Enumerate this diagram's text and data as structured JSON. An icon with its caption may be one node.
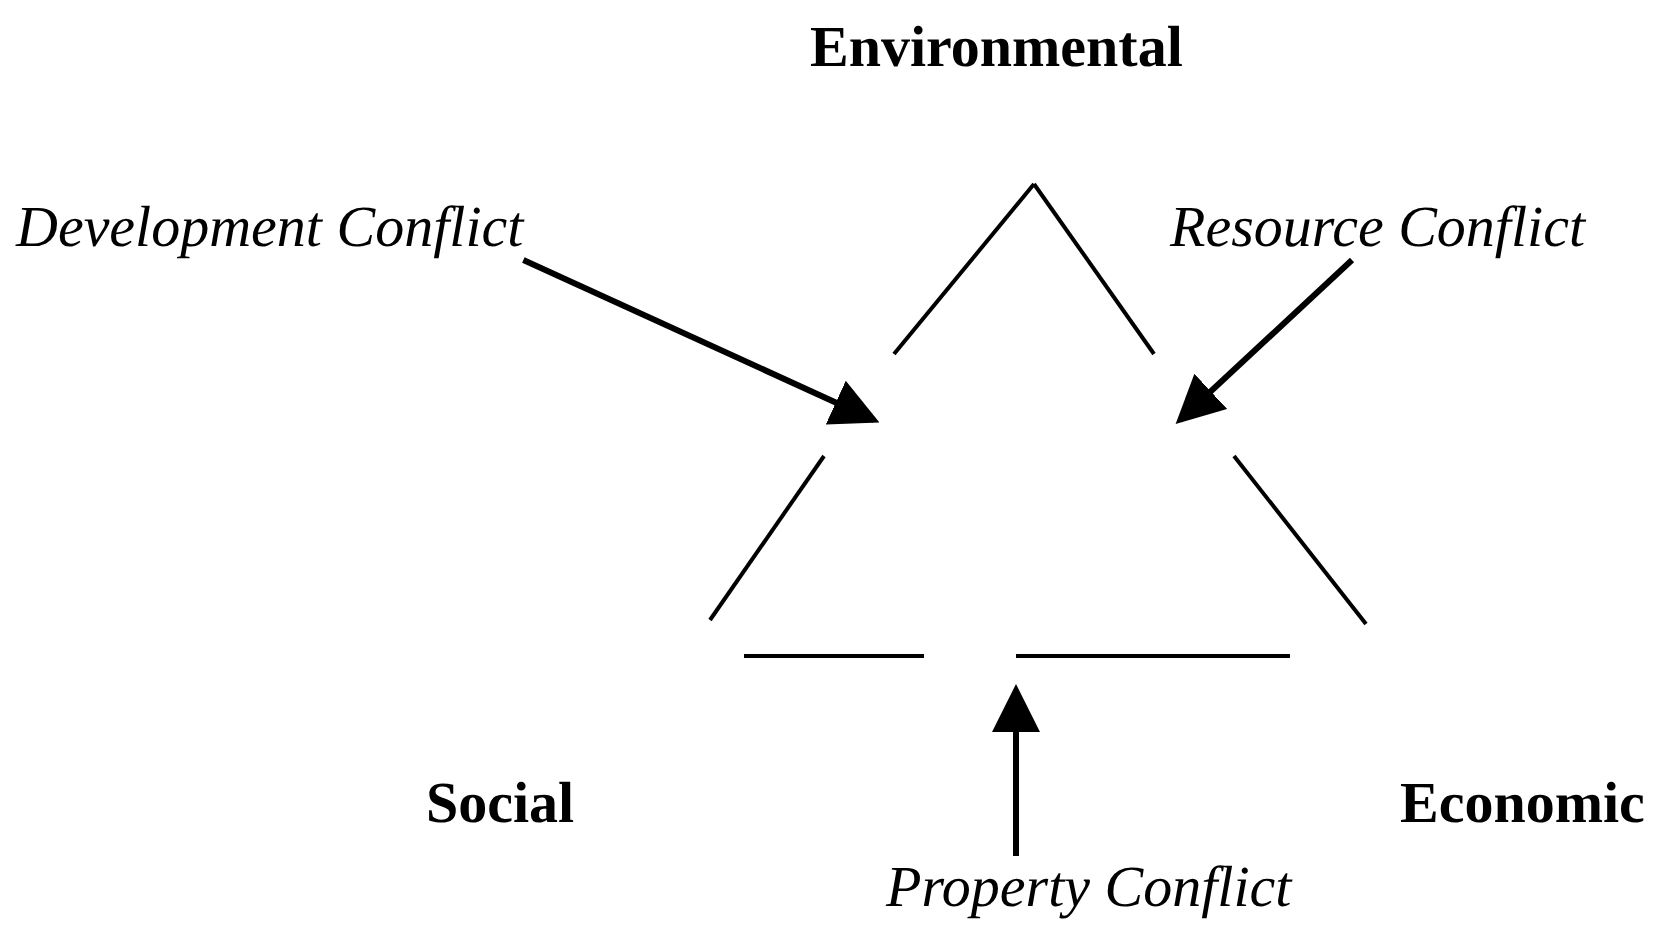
{
  "diagram": {
    "nodes": [
      {
        "text": [
          "Environmental"
        ]
      },
      {
        "text": [
          "Development Conflict"
        ]
      },
      {
        "text": [
          "Resource Conflict"
        ]
      },
      {
        "text": [
          "Social"
        ]
      },
      {
        "text": [
          "Economic"
        ]
      },
      {
        "text": [
          "Property Conflict"
        ]
      }
    ],
    "edges": [
      {
        "from": 1,
        "to": null,
        "arrow": "to"
      },
      {
        "from": 2,
        "to": null,
        "arrow": "to"
      },
      {
        "from": 5,
        "to": null,
        "arrow": "to"
      }
    ]
  }
}
